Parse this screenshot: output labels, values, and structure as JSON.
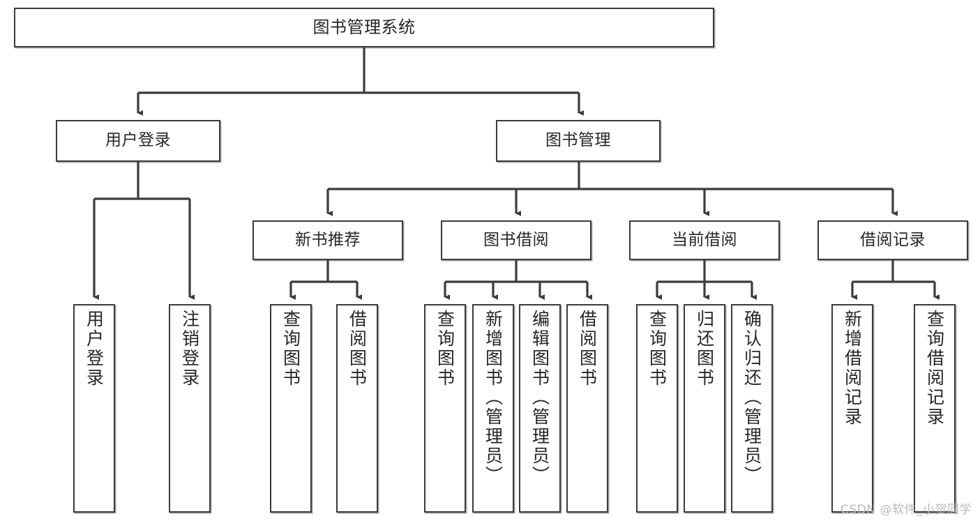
{
  "diagram": {
    "title_node": {
      "label": "图书管理系统"
    },
    "level2": [
      {
        "label": "用户登录"
      },
      {
        "label": "图书管理"
      }
    ],
    "level3": [
      {
        "label": "新书推荐"
      },
      {
        "label": "图书借阅"
      },
      {
        "label": "当前借阅"
      },
      {
        "label": "借阅记录"
      }
    ],
    "leaves": {
      "user_login": [
        {
          "label": "用户登录"
        },
        {
          "label": "注销登录"
        }
      ],
      "new_book_recommend": [
        {
          "label": "查询图书"
        },
        {
          "label": "借阅图书"
        }
      ],
      "book_borrow": [
        {
          "label": "查询图书"
        },
        {
          "label": "新增图书（管理员）"
        },
        {
          "label": "编辑图书（管理员）"
        },
        {
          "label": "借阅图书"
        }
      ],
      "current_borrow": [
        {
          "label": "查询图书"
        },
        {
          "label": "归还图书"
        },
        {
          "label": "确认归还（管理员）"
        }
      ],
      "borrow_record": [
        {
          "label": "新增借阅记录"
        },
        {
          "label": "查询借阅记录"
        }
      ]
    },
    "watermark": "CSDN @软件_小贺同学",
    "colors": {
      "stroke": "#3b3b3b",
      "text": "#262626",
      "background": "#ffffff",
      "watermark": "#b9b9b9"
    }
  }
}
